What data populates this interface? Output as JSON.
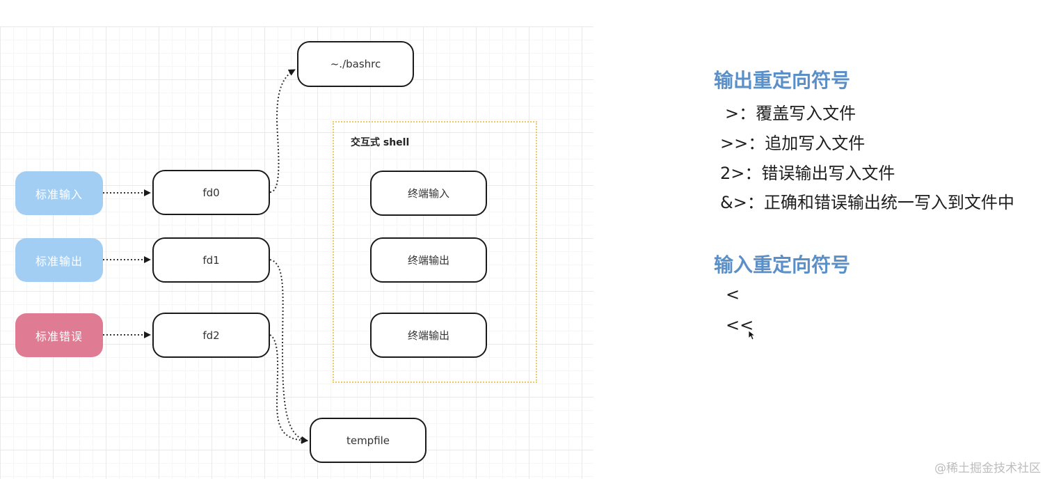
{
  "diagram": {
    "sources": [
      {
        "label": "标准输入",
        "color": "#a3cef4"
      },
      {
        "label": "标准输出",
        "color": "#a3cef4"
      },
      {
        "label": "标准错误",
        "color": "#df7b92"
      }
    ],
    "descriptors": [
      "fd0",
      "fd1",
      "fd2"
    ],
    "bashrc_label": "~./bashrc",
    "tempfile_label": "tempfile",
    "shell": {
      "title": "交互式 shell",
      "items": [
        "终端输入",
        "终端输出",
        "终端输出"
      ]
    }
  },
  "notes": {
    "output_heading": "输出重定向符号",
    "output_items": [
      ">：覆盖写入文件",
      ">>：追加写入文件",
      "2>：错误输出写入文件",
      "&>：正确和错误输出统一写入到文件中"
    ],
    "input_heading": "输入重定向符号",
    "input_items": [
      "<",
      "<<"
    ]
  },
  "watermark": "@稀土掘金技术社区",
  "colors": {
    "accent": "#5b8fc7",
    "source_blue": "#a3cef4",
    "source_red": "#df7b92",
    "shell_border": "#f0c860"
  }
}
